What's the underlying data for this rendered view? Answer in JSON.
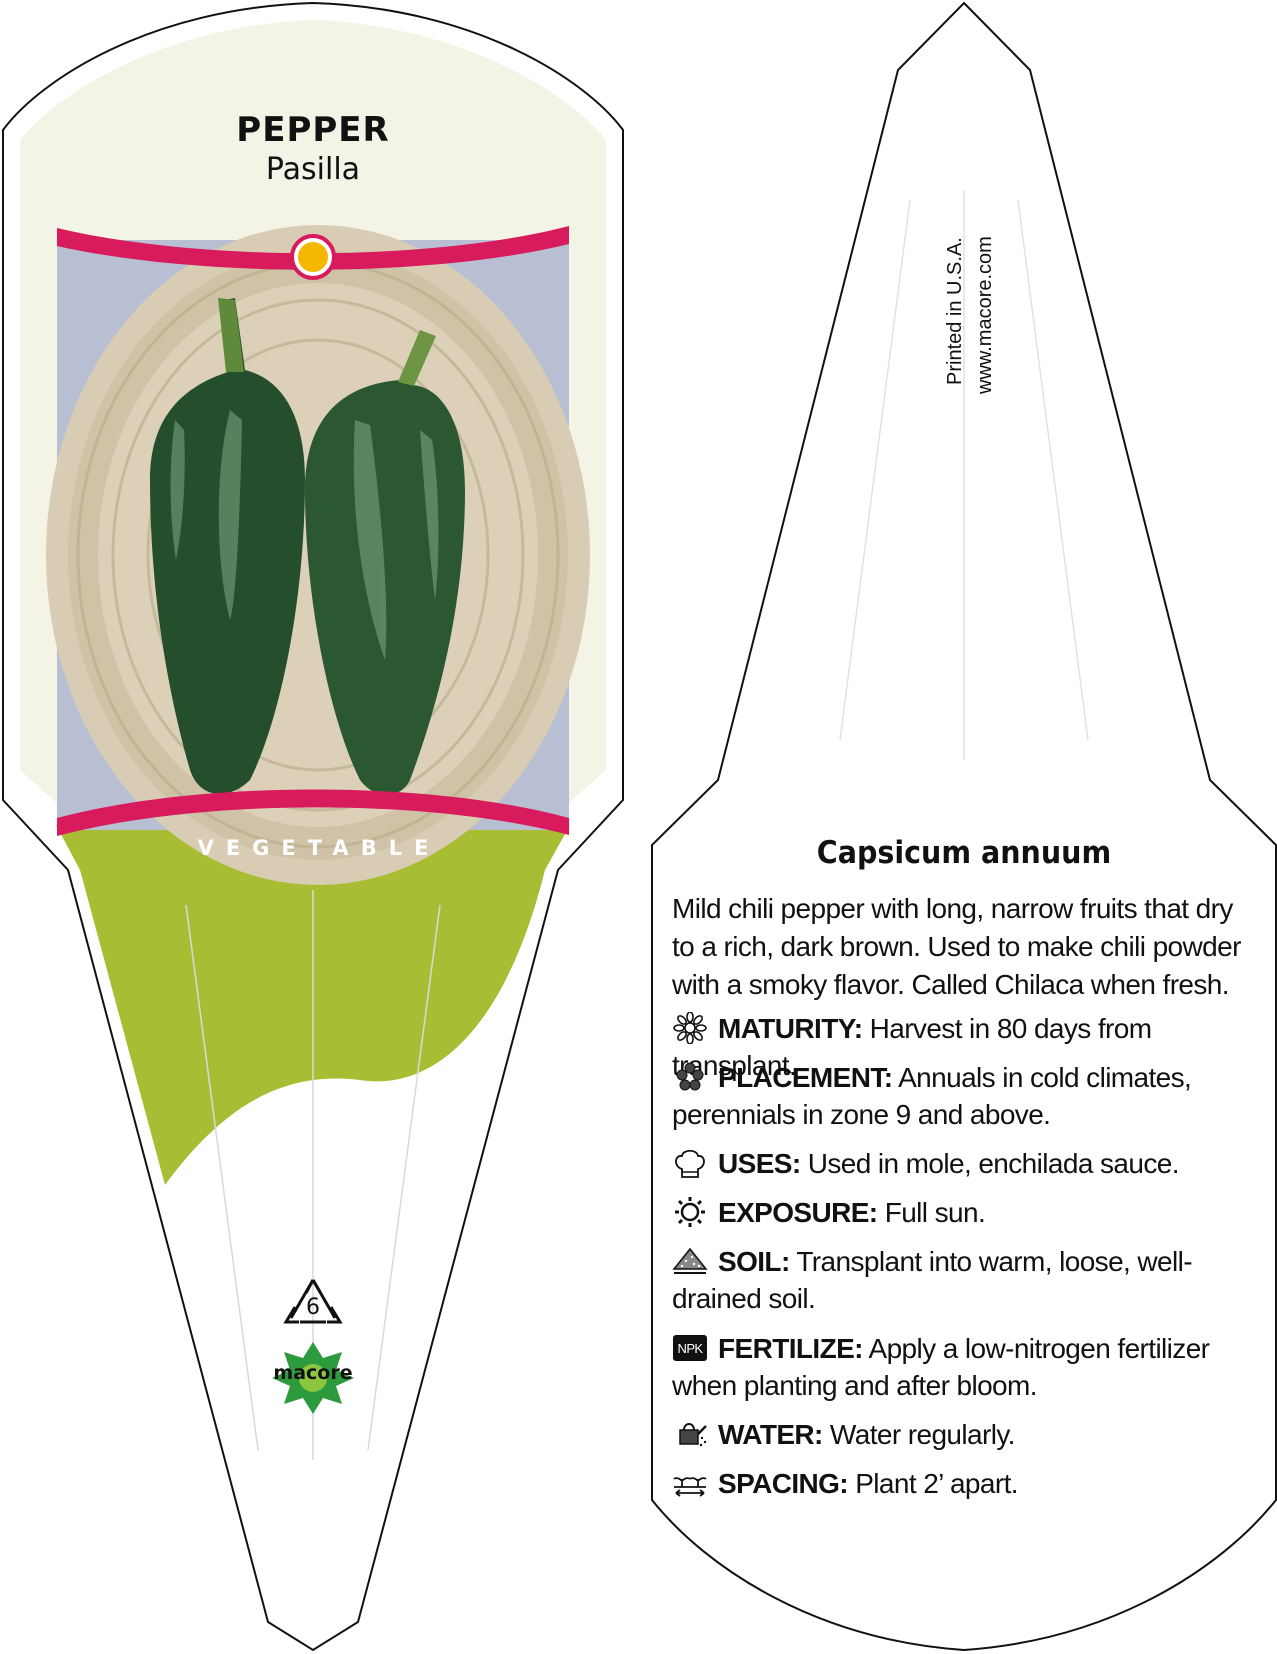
{
  "front": {
    "title": "PEPPER",
    "subtitle": "Pasilla",
    "category": "VEGETABLE",
    "recycle_code": "6",
    "brand": "macore",
    "sun_indicator_color": "#f5b800",
    "accent_color": "#d81b5c",
    "band_color": "#a9bd34",
    "panel_color": "#f3f3e6"
  },
  "back": {
    "printed": "Printed in U.S.A.",
    "website": "www.macore.com",
    "scientific_name": "Capsicum annuum",
    "description": "Mild chili pepper with long, narrow fruits that dry to a rich, dark brown. Used to make chili powder with a smoky flavor. Called Chilaca when fresh.",
    "info": [
      {
        "icon": "flower-icon",
        "label": "MATURITY:",
        "text": " Harvest in 80 days from transplant."
      },
      {
        "icon": "plant-icon",
        "label": "PLACEMENT:",
        "text": " Annuals in cold climates, perennials in zone 9 and above."
      },
      {
        "icon": "chef-hat-icon",
        "label": "USES:",
        "text": " Used in mole, enchilada sauce."
      },
      {
        "icon": "sun-icon",
        "label": "EXPOSURE:",
        "text": " Full sun."
      },
      {
        "icon": "soil-icon",
        "label": "SOIL:",
        "text": " Transplant into warm, loose, well-drained soil."
      },
      {
        "icon": "npk-icon",
        "label": "FERTILIZE:",
        "text": " Apply a low-nitrogen fertilizer when planting and after bloom."
      },
      {
        "icon": "watering-can-icon",
        "label": "WATER:",
        "text": " Water regularly."
      },
      {
        "icon": "seedling-icon",
        "label": "SPACING:",
        "text": " Plant 2’ apart."
      }
    ],
    "npk_label": "NPK"
  }
}
